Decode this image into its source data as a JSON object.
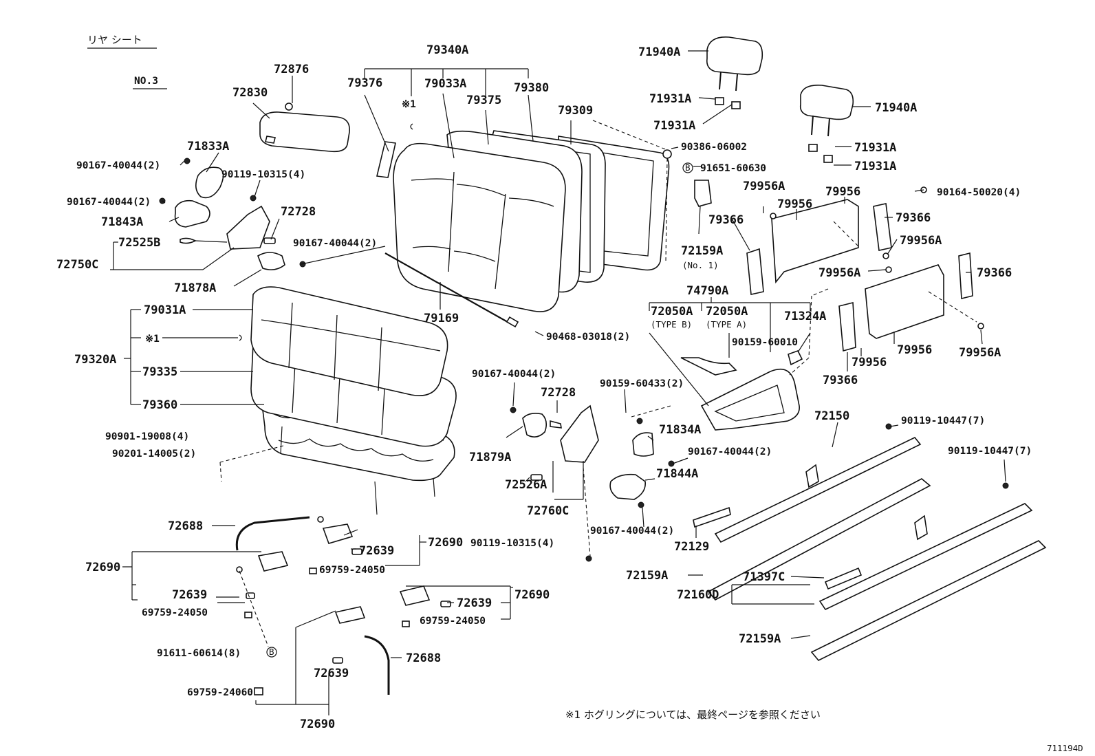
{
  "header": {
    "section_title": "リヤ シート",
    "seat_row": "NO.3"
  },
  "footnote": "※1 ホグリングについては、最終ページを参照ください",
  "figure_id": "711194D",
  "labels": {
    "p79340A": "79340A",
    "p79376": "79376",
    "p79033A": "79033A",
    "p79380": "79380",
    "p79375": "79375",
    "p79309": "79309",
    "mark1a": "※1",
    "p72876": "72876",
    "p72830": "72830",
    "p71833A": "71833A",
    "p90167_40044_a": "90167-40044(2)",
    "p90119_10315_a": "90119-10315(4)",
    "p90167_40044_b": "90167-40044(2)",
    "p71843A": "71843A",
    "p72728_a": "72728",
    "p72525B": "72525B",
    "p72750C": "72750C",
    "p90167_40044_c": "90167-40044(2)",
    "p71878A": "71878A",
    "p79031A": "79031A",
    "mark1b": "※1",
    "p79320A": "79320A",
    "p79335": "79335",
    "p79360": "79360",
    "p90901_19008": "90901-19008(4)",
    "p90201_14005": "90201-14005(2)",
    "p79169": "79169",
    "p90468_03018": "90468-03018(2)",
    "p71940A_a": "71940A",
    "p71931A_a": "71931A",
    "p71931A_b": "71931A",
    "p71940A_b": "71940A",
    "p71931A_c": "71931A",
    "p71931A_d": "71931A",
    "p90386_06002": "90386-06002",
    "p91651_60630": "91651-60630",
    "p79956A_a": "79956A",
    "p79956_a": "79956",
    "p79956_b": "79956",
    "p90164_50020": "90164-50020(4)",
    "p79366_a": "79366",
    "p79366_b": "79366",
    "p72159A_a": "72159A",
    "p72159A_a_sub": "(No. 1)",
    "p79956A_b": "79956A",
    "p79956A_c": "79956A",
    "p79366_c": "79366",
    "p74790A": "74790A",
    "p72050A_b": "72050A",
    "p72050A_b_type": "(TYPE B)",
    "p72050A_a": "72050A",
    "p72050A_a_type": "(TYPE A)",
    "p71324A": "71324A",
    "p90159_60010": "90159-60010",
    "p79366_d": "79366",
    "p79956_c": "79956",
    "p79956_d": "79956",
    "p79956A_d": "79956A",
    "p90167_40044_d": "90167-40044(2)",
    "p72728_b": "72728",
    "p90159_60433": "90159-60433(2)",
    "p71879A": "71879A",
    "p72526A": "72526A",
    "p72760C": "72760C",
    "p90119_10315_b": "90119-10315(4)",
    "p71834A": "71834A",
    "p90167_40044_e": "90167-40044(2)",
    "p71844A": "71844A",
    "p90167_40044_f": "90167-40044(2)",
    "p72150": "72150",
    "p90119_10447_a": "90119-10447(7)",
    "p90119_10447_b": "90119-10447(7)",
    "p72129": "72129",
    "p72159A_b": "72159A",
    "p71397C": "71397C",
    "p72160D": "72160D",
    "p72159A_c": "72159A",
    "p72688_a": "72688",
    "p72690_a": "72690",
    "p72639_a": "72639",
    "p69759_24050_a": "69759-24050",
    "p72690_b": "72690",
    "p72639_b": "72639",
    "p69759_24050_b": "69759-24050",
    "p72690_c": "72690",
    "p72639_c": "72639",
    "p69759_24050_c": "69759-24050",
    "p91611_60614": "91611-60614(8)",
    "circleB_1": "B",
    "circleB_2": "B",
    "p72688_b": "72688",
    "p72639_d": "72639",
    "p69759_24060": "69759-24060",
    "p72690_d": "72690"
  }
}
